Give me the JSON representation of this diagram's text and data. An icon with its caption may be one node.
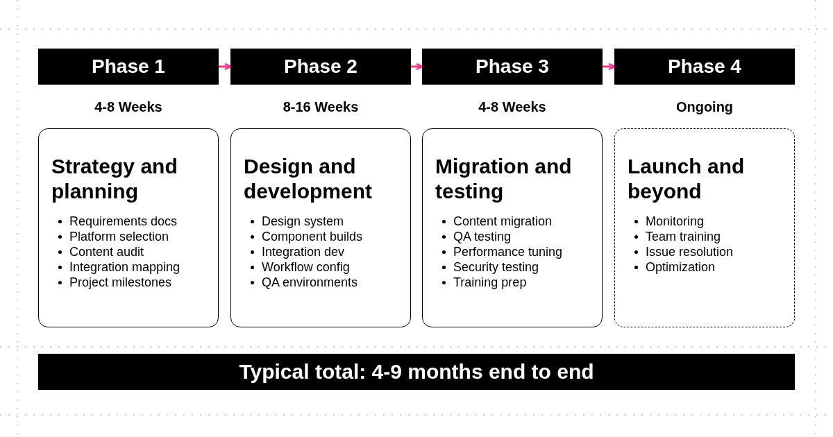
{
  "diagram": {
    "nodes": [
      {
        "text": [
          "Phase 1"
        ],
        "beside": [
          "4-8 Weeks"
        ]
      },
      {
        "text": [
          "Phase 2"
        ],
        "beside": [
          "8-16 Weeks"
        ]
      },
      {
        "text": [
          "Phase 3"
        ],
        "beside": [
          "4-8 Weeks"
        ]
      },
      {
        "text": [
          "Phase 4"
        ],
        "beside": [
          "Ongoing"
        ]
      },
      {
        "text": [
          "Strategy and planning",
          "Requirements docs",
          "Platform selection",
          "Content audit",
          "Integration mapping",
          "Project milestones"
        ]
      },
      {
        "text": [
          "Design and development",
          "Design system",
          "Component builds",
          "Integration dev",
          "Workflow config",
          "QA environments"
        ]
      },
      {
        "text": [
          "Migration and testing",
          "Content migration",
          "QA testing",
          "Performance tuning",
          "Security testing",
          "Training prep"
        ]
      },
      {
        "text": [
          "Launch and beyond",
          "Monitoring",
          "Team training",
          "Issue resolution",
          "Optimization"
        ]
      },
      {
        "text": [
          "Typical total: 4-9 months end to end"
        ]
      }
    ],
    "edges": [
      {
        "from": 0,
        "to": 1,
        "arrow": "to"
      },
      {
        "from": 1,
        "to": 2,
        "arrow": "to"
      },
      {
        "from": 2,
        "to": 3,
        "arrow": "to"
      }
    ]
  }
}
